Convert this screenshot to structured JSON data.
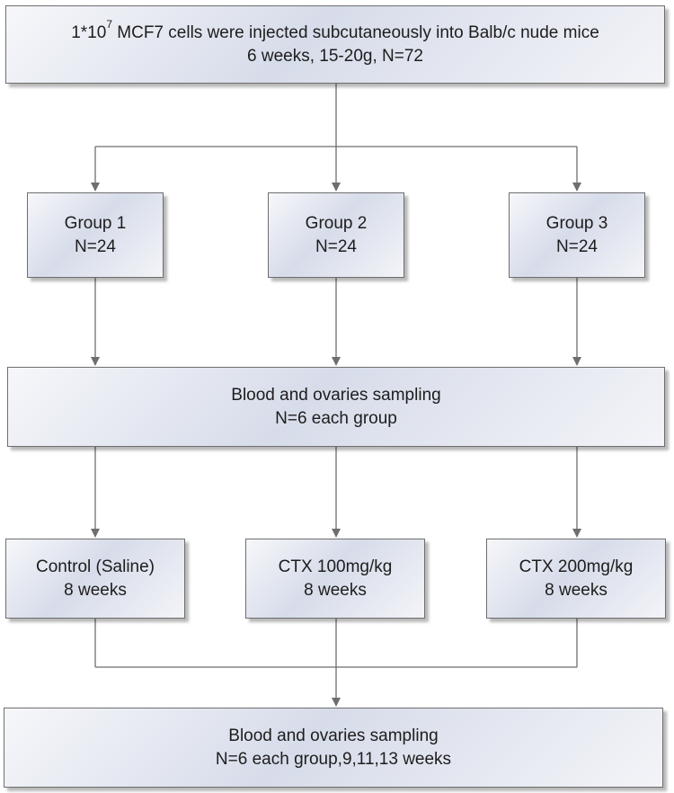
{
  "diagram": {
    "top_box": {
      "line1_prefix": "1*10",
      "line1_exponent": "7",
      "line1_suffix": " MCF7 cells were injected subcutaneously into Balb/c nude mice",
      "line2": "6 weeks, 15-20g, N=72"
    },
    "groups": [
      {
        "title": "Group 1",
        "n": "N=24"
      },
      {
        "title": "Group 2",
        "n": "N=24"
      },
      {
        "title": "Group 3",
        "n": "N=24"
      }
    ],
    "sampling_1": {
      "line1": "Blood and ovaries sampling",
      "line2": "N=6 each group"
    },
    "treatments": [
      {
        "name": "Control (Saline)",
        "duration": "8 weeks"
      },
      {
        "name": "CTX 100mg/kg",
        "duration": "8 weeks"
      },
      {
        "name": "CTX 200mg/kg",
        "duration": "8 weeks"
      }
    ],
    "sampling_2": {
      "line1": "Blood and ovaries sampling",
      "line2": "N=6 each group,9,11,13 weeks"
    },
    "colors": {
      "box_border": "#6e6e6e",
      "box_fill_center": "#d7dcea",
      "connector": "#6e6e6e",
      "text": "#1d1d1d"
    }
  }
}
